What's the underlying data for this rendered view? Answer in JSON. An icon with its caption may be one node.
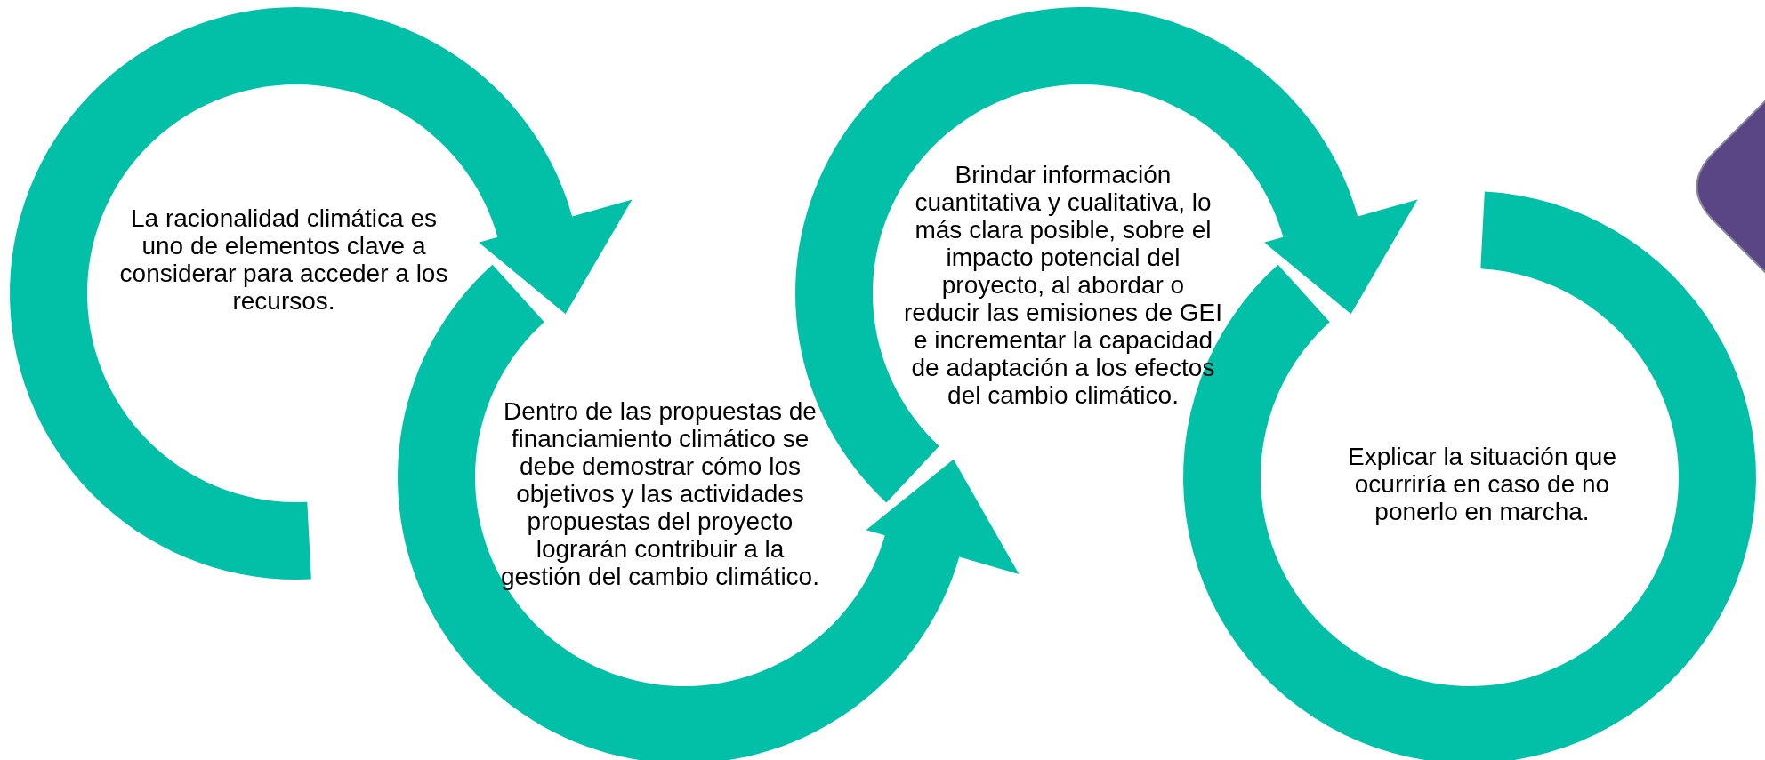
{
  "diagram": {
    "nodes": [
      {
        "text": [
          "La racionalidad climática es uno de elementos clave a considerar para acceder a los recursos."
        ]
      },
      {
        "text": [
          "Dentro de las propuestas de financiamiento climático se debe demostrar cómo los objetivos y las actividades propuestas del proyecto lograrán contribuir a la gestión del cambio climático."
        ]
      },
      {
        "text": [
          "Brindar información cuantitativa y cualitativa, lo más clara posible, sobre el impacto potencial del proyecto, al abordar o reducir las emisiones de GEI e incrementar la capacidad de adaptación a los efectos del cambio climático."
        ]
      },
      {
        "text": [
          "Explicar la situación que ocurriría en caso de no ponerlo en marcha."
        ]
      },
      {
        "text": [],
        "shape": "diamond"
      }
    ],
    "edges": [
      {
        "from": 0,
        "to": 1,
        "arrow": "to"
      },
      {
        "from": 1,
        "to": 2,
        "arrow": "to"
      },
      {
        "from": 2,
        "to": 3,
        "arrow": "to"
      }
    ]
  }
}
